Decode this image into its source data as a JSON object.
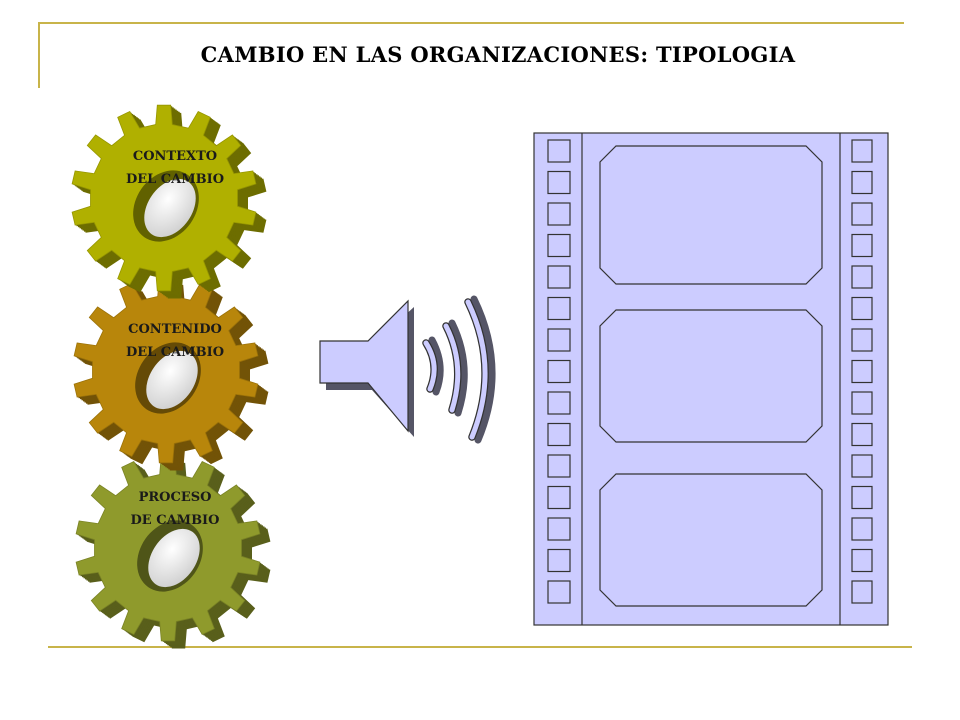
{
  "slide": {
    "title": "CAMBIO EN LAS ORGANIZACIONES: TIPOLOGIA",
    "accent_color": "#c8b44a"
  },
  "gears": [
    {
      "line1": "CONTEXTO",
      "line2": "DEL CAMBIO",
      "color": "#b0b000"
    },
    {
      "line1": "CONTENIDO",
      "line2": "DEL CAMBIO",
      "color": "#b8860b"
    },
    {
      "line1": "PROCESO",
      "line2": "DE CAMBIO",
      "color": "#8f9a2c"
    }
  ],
  "icons": {
    "speaker": "speaker-icon",
    "film": "film-strip-icon"
  },
  "film": {
    "fill_color": "#ccccff",
    "frame_count": 3,
    "sprocket_count": 15
  }
}
